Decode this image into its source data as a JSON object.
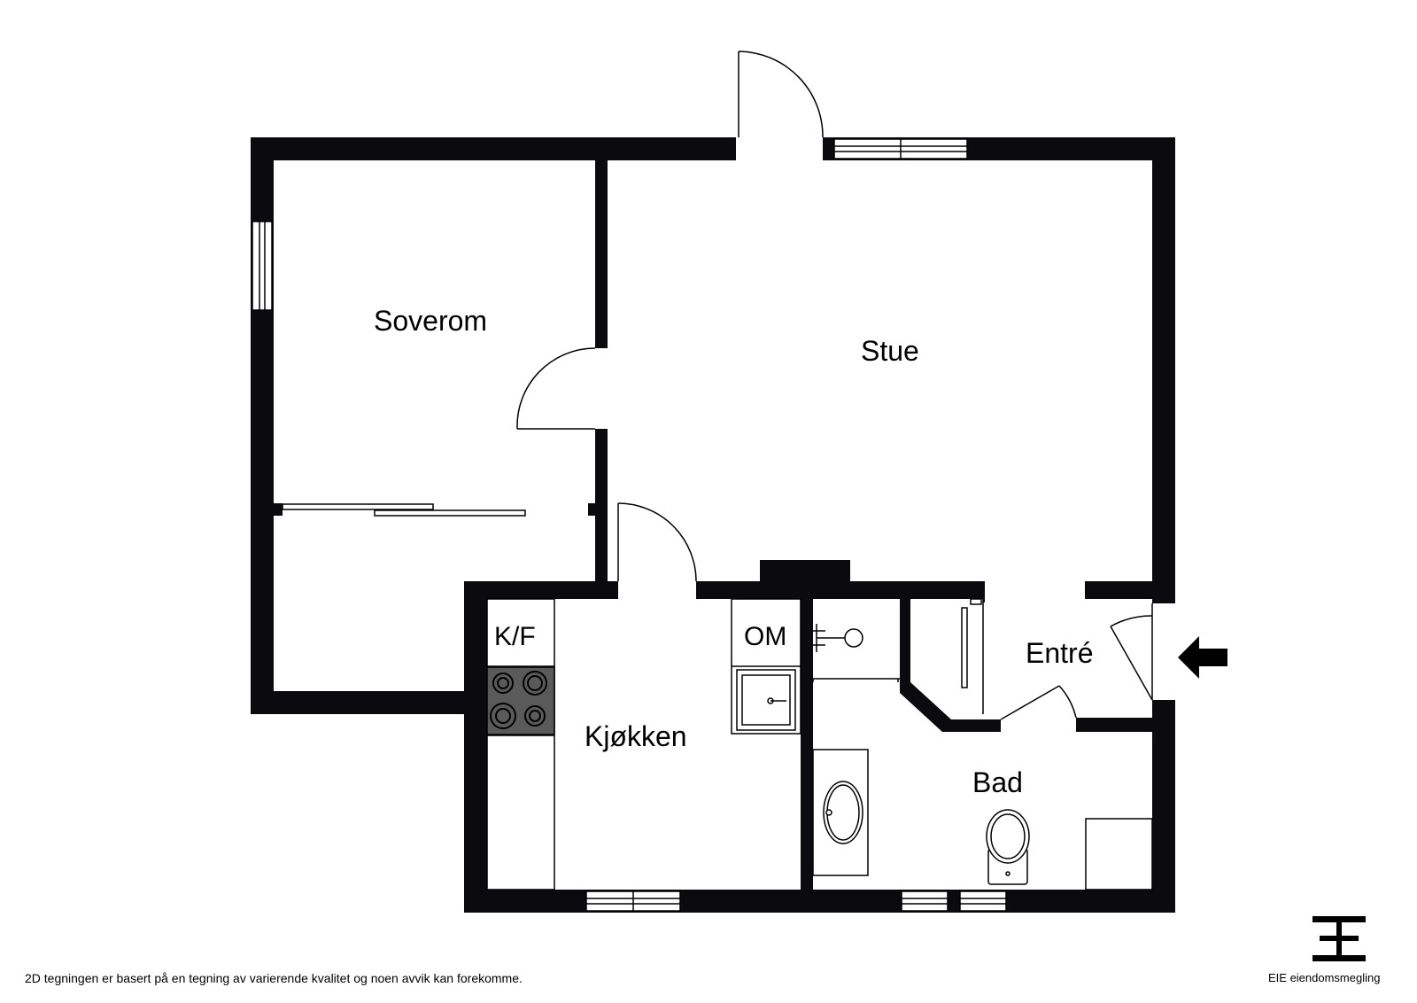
{
  "rooms": {
    "soverom": "Soverom",
    "stue": "Stue",
    "kjokken": "Kjøkken",
    "entre": "Entré",
    "bad": "Bad"
  },
  "units": {
    "kf": "K/F",
    "om": "OM"
  },
  "footer": {
    "disclaimer": "2D tegningen er basert på en tegning av varierende kvalitet og noen avvik kan forekomme.",
    "brand": "EIE eiendomsmegling"
  },
  "icons": {
    "entrance": "entrance-arrow-icon",
    "logo": "eie-logo-icon"
  },
  "colors": {
    "wall": "#0b0b0f",
    "stove": "#5a5a5a",
    "line": "#000000"
  }
}
